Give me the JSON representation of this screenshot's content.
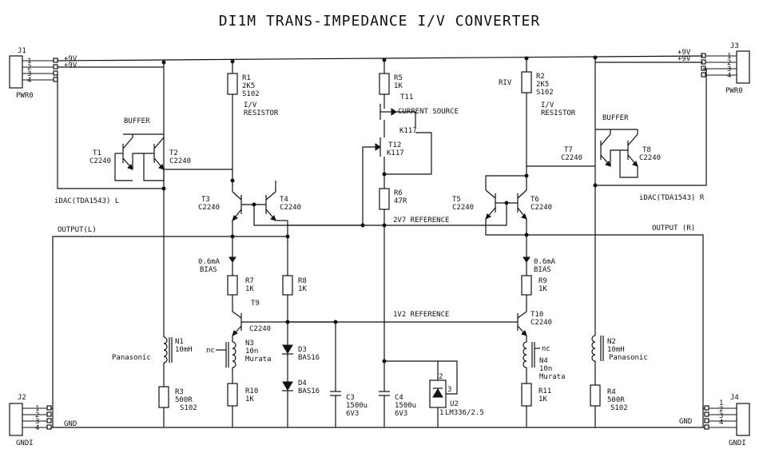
{
  "title": "DI1M TRANS-IMPEDANCE I/V CONVERTER",
  "connectors": {
    "j1": {
      "ref": "J1",
      "name": "PWR0",
      "pins": [
        "1",
        "2",
        "3",
        "4"
      ],
      "net1": "+9V",
      "net2": "+9V"
    },
    "j3": {
      "ref": "J3",
      "name": "PWR0",
      "pins": [
        "1",
        "2",
        "3",
        "4"
      ],
      "net1": "+9V",
      "net2": "+9V"
    },
    "j2": {
      "ref": "J2",
      "name": "GNDI",
      "pins": [
        "1",
        "2",
        "3",
        "4"
      ],
      "net": "GND"
    },
    "j4": {
      "ref": "J4",
      "name": "GNDI",
      "pins": [
        "1",
        "2",
        "3",
        "4"
      ],
      "net": "GND"
    }
  },
  "resistors": {
    "r1": {
      "ref": "R1",
      "value": "2K5",
      "part": "S102",
      "role1": "I/V",
      "role2": "RESISTOR"
    },
    "r2": {
      "ref": "R2",
      "value": "2K5",
      "part": "S102",
      "role1": "I/V",
      "role2": "RESISTOR",
      "extra": "RIV"
    },
    "r3": {
      "ref": "R3",
      "value": "500R",
      "part": "S102"
    },
    "r4": {
      "ref": "R4",
      "value": "500R",
      "part": "S102"
    },
    "r5": {
      "ref": "R5",
      "value": "1K"
    },
    "r6": {
      "ref": "R6",
      "value": "47R"
    },
    "r7": {
      "ref": "R7",
      "value": "1K"
    },
    "r8": {
      "ref": "R8",
      "value": "1K"
    },
    "r9": {
      "ref": "R9",
      "value": "1K"
    },
    "r10": {
      "ref": "R10",
      "value": "1K"
    },
    "r11": {
      "ref": "R11",
      "value": "1K"
    }
  },
  "transistors": {
    "t1": {
      "ref": "T1",
      "part": "C2240"
    },
    "t2": {
      "ref": "T2",
      "part": "C2240"
    },
    "t3": {
      "ref": "T3",
      "part": "C2240"
    },
    "t4": {
      "ref": "T4",
      "part": "C2240"
    },
    "t5": {
      "ref": "T5",
      "part": "C2240"
    },
    "t6": {
      "ref": "T6",
      "part": "C2240"
    },
    "t7": {
      "ref": "T7",
      "part": "C2240"
    },
    "t8": {
      "ref": "T8",
      "part": "C2240"
    },
    "t9": {
      "ref": "T9",
      "part": "C2240"
    },
    "t10": {
      "ref": "T10",
      "part": "C2240"
    },
    "t11": {
      "ref": "T11",
      "role": "CURRENT SOURCE",
      "part": "K117"
    },
    "t12": {
      "ref": "T12",
      "part": "K117"
    }
  },
  "inductors": {
    "n1": {
      "ref": "N1",
      "value": "10mH",
      "maker": "Panasonic"
    },
    "n2": {
      "ref": "N2",
      "value": "10mH",
      "maker": "Panasonic"
    },
    "n3": {
      "ref": "N3",
      "value": "10n",
      "maker": "Murata",
      "nc": "nc"
    },
    "n4": {
      "ref": "N4",
      "value": "10n",
      "maker": "Murata",
      "nc": "nc"
    }
  },
  "capacitors": {
    "c3": {
      "ref": "C3",
      "value": "1500u",
      "voltage": "6V3"
    },
    "c4": {
      "ref": "C4",
      "value": "1500u",
      "voltage": "6V3"
    }
  },
  "diodes": {
    "d3": {
      "ref": "D3",
      "part": "BAS16"
    },
    "d4": {
      "ref": "D4",
      "part": "BAS16"
    },
    "u2": {
      "ref": "U2",
      "part": "LM336/2.5",
      "pin1": "1",
      "pin2": "2",
      "pin3": "3"
    }
  },
  "labels": {
    "buffer_l": "BUFFER",
    "buffer_r": "BUFFER",
    "idac_l": "iDAC(TDA1543) L",
    "idac_r": "iDAC(TDA1543) R",
    "output_l": "OUTPUT(L)",
    "output_r": "OUTPUT (R)",
    "ref_2v7": "2V7 REFERENCE",
    "ref_1v2": "1V2 REFERENCE",
    "bias_l1": "0.6mA",
    "bias_l2": "BIAS",
    "bias_r1": "0.6mA",
    "bias_r2": "BIAS",
    "gnd_l": "GND",
    "gnd_r": "GND"
  }
}
